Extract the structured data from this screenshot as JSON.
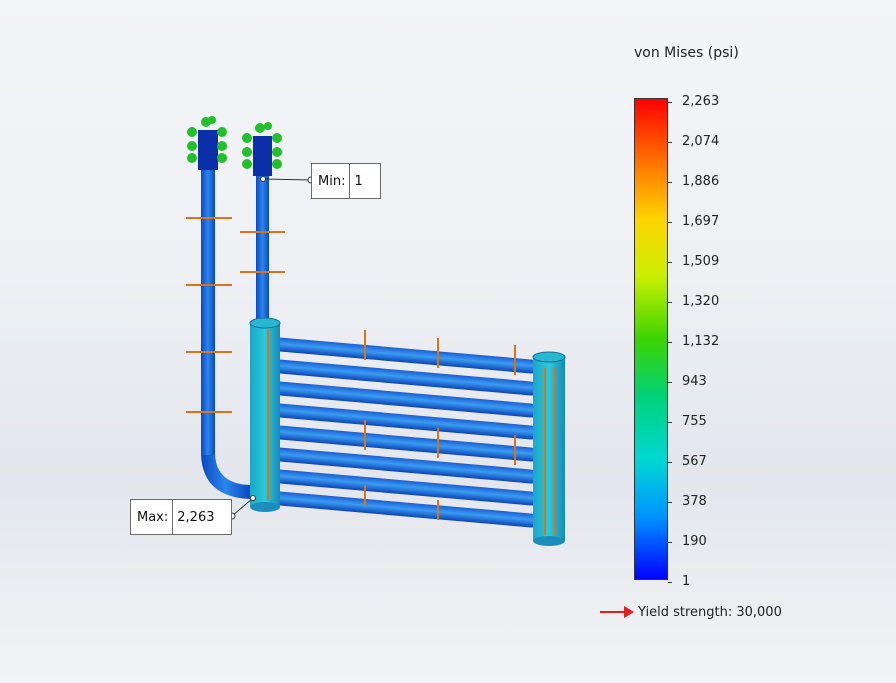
{
  "legend": {
    "title": "von Mises (psi)",
    "ticks": [
      "2,263",
      "2,074",
      "1,886",
      "1,697",
      "1,509",
      "1,320",
      "1,132",
      "943",
      "755",
      "567",
      "378",
      "190",
      "1"
    ],
    "yield_label": "Yield strength: 30,000"
  },
  "callouts": {
    "min": {
      "label": "Min:",
      "value": "1"
    },
    "max": {
      "label": "Max:",
      "value": "2,263"
    }
  },
  "colors": {
    "pipe": "#1f6fd8",
    "pipe_dark": "#0a3fb0",
    "load_arrow": "#d9741a",
    "fixture": "#22c02a",
    "yield_arrow": "#e02020"
  },
  "icons": {
    "yield_arrow": "right-arrow-icon"
  }
}
